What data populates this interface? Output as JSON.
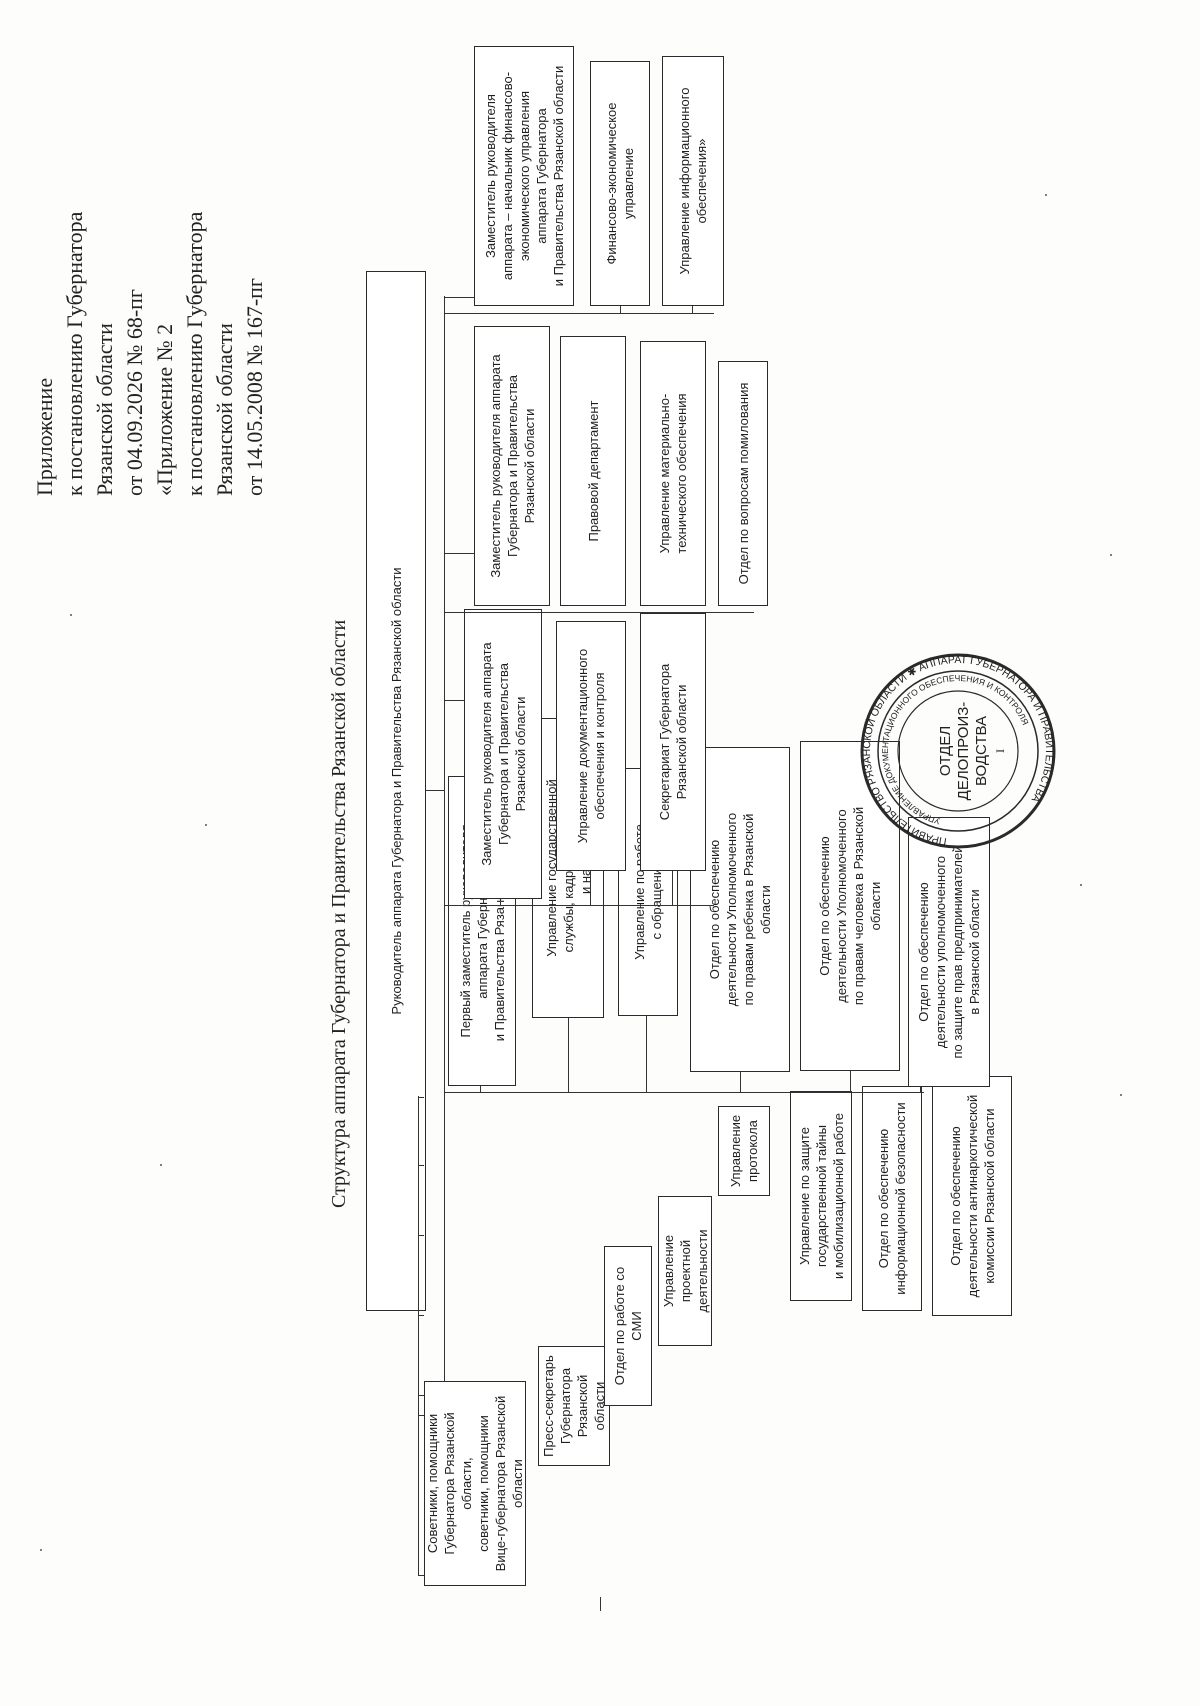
{
  "approval": {
    "text1": "Приложение\nк постановлению Губернатора\nРязанской области\nот 04.09.2026 № 68-пг",
    "text2": "«Приложение № 2\nк постановлению Губернатора\nРязанской области\nот 14.05.2008 № 167-пг"
  },
  "title": "Структура аппарата Губернатора и Правительства Рязанской области",
  "root": "Руководитель аппарата Губернатора и Правительства Рязанской области",
  "left_column": [
    "Советники, помощники\nГубернатора Рязанской области,\nсоветники, помощники\nВице-губернатора Рязанской\nобласти",
    "Пресс-секретарь Губернатора\nРязанской области",
    "Отдел по работе со СМИ",
    "Управление проектной\nдеятельности",
    "Управление протокола",
    "Управление по защите\nгосударственной тайны\nи мобилизационной работе",
    "Отдел по обеспечению\nинформационной безопасности",
    "Отдел по обеспечению\nдеятельности антинаркотической\nкомиссии Рязанской области"
  ],
  "branch1": [
    "Первый заместитель руководителя\nаппарата Губернатора\nи Правительства Рязанской области",
    "Управление государственной\nслужбы, кадровой политики\nи наград",
    "Управление по работе\nс обращениями",
    "Отдел по обеспечению\nдеятельности Уполномоченного\nпо правам ребенка в Рязанской\nобласти",
    "Отдел по обеспечению\nдеятельности Уполномоченного\nпо правам человека в Рязанской\nобласти",
    "Отдел по обеспечению\nдеятельности уполномоченного\nпо защите прав предпринимателей\nв Рязанской области"
  ],
  "branch2": [
    "Заместитель руководителя аппарата\nГубернатора и Правительства\nРязанской области",
    "Управление документационного\nобеспечения и контроля",
    "Секретариат Губернатора\nРязанской области"
  ],
  "branch3": [
    "Заместитель руководителя аппарата\nГубернатора и Правительства\nРязанской области",
    "Правовой департамент",
    "Управление материально-\nтехнического обеспечения",
    "Отдел по вопросам помилования"
  ],
  "branch4": [
    "Заместитель руководителя\nаппарата – начальник финансово-\nэкономического управления\nаппарата Губернатора\nи Правительства Рязанской области",
    "Финансово-экономическое\nуправление",
    "Управление информационного\nобеспечения»"
  ],
  "stamp": {
    "ring_top": "ПРАВИТЕЛЬСТВО РЯЗАНСКОЙ ОБЛАСТИ",
    "ring_inner": "УПРАВЛЕНИЕ ДОКУМЕНТАЦИОННОГО ОБЕСПЕЧЕНИЯ И КОНТРОЛЯ",
    "ring_bottom": "АППАРАТ ГУБЕРНАТОРА И ПРАВИТЕЛЬСТВА РЯЗАНСКОЙ ОБЛАСТИ",
    "center": "ОТДЕЛ\nДЕЛОПРОИЗ-\nВОДСТВА",
    "mark": "I"
  }
}
